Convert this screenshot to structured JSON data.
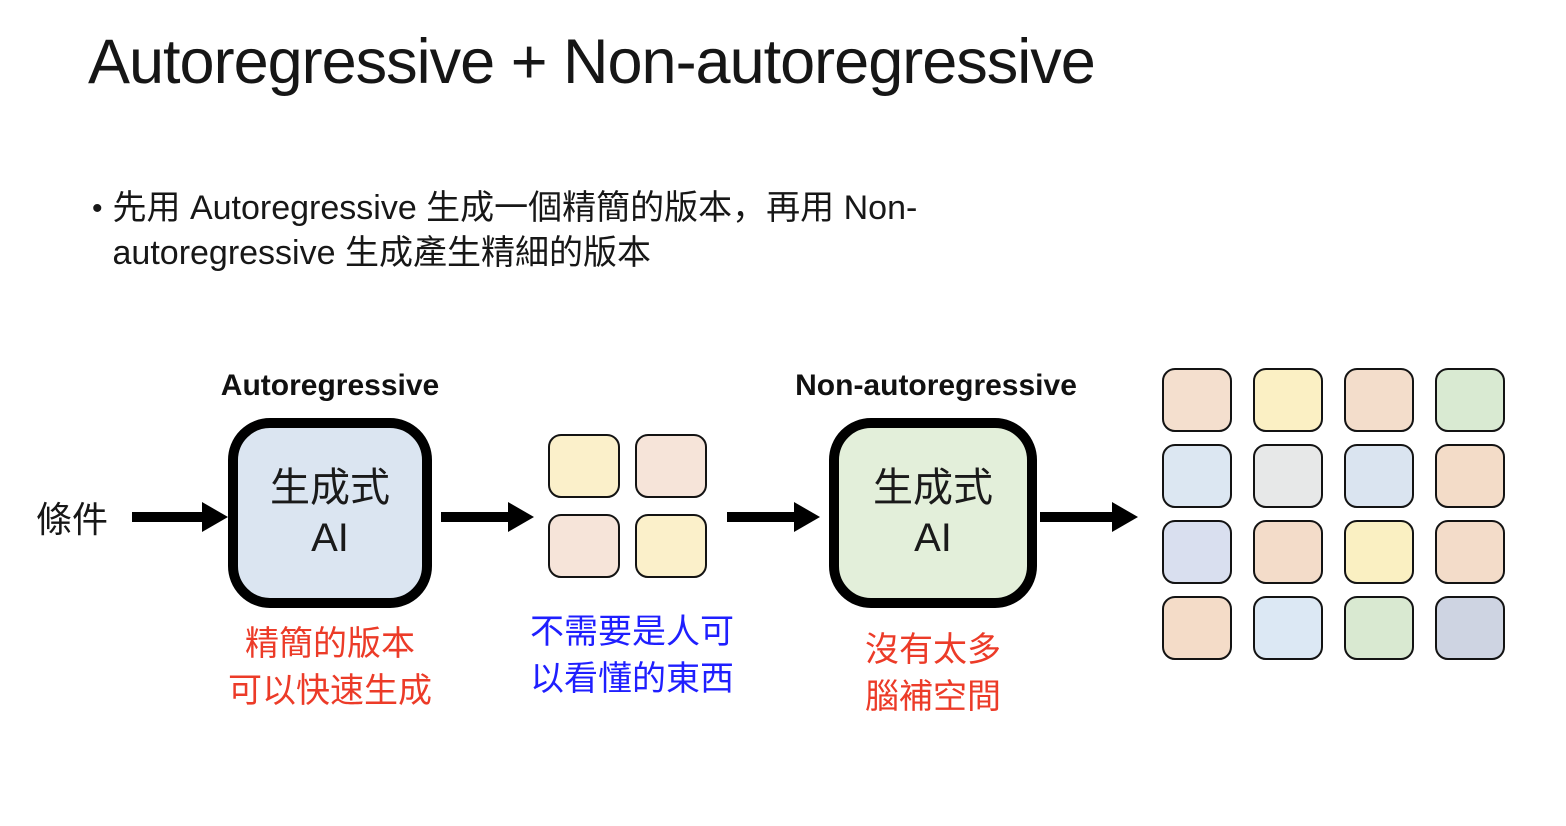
{
  "slide": {
    "title": "Autoregressive + Non-autoregressive",
    "bullet": {
      "marker": "•",
      "lines": [
        "先用 Autoregressive 生成一個精簡的版本，再用 Non-",
        "autoregressive 生成產生精細的版本"
      ]
    }
  },
  "diagram": {
    "input_label": "條件",
    "stage1": {
      "label": "Autoregressive",
      "box_lines": [
        "生成式",
        "AI"
      ],
      "box_fill": "#dbe5f1",
      "caption_lines": [
        "精簡的版本",
        "可以快速生成"
      ],
      "caption_color": "#ec3b28"
    },
    "intermediate": {
      "caption_lines": [
        "不需要是人可",
        "以看懂的東西"
      ],
      "caption_color": "#1f1fff",
      "cells": [
        "#fbf0ca",
        "#f6e4d9",
        "#f6e4d9",
        "#fbf0ca"
      ]
    },
    "stage2": {
      "label": "Non-autoregressive",
      "box_lines": [
        "生成式",
        "AI"
      ],
      "box_fill": "#e3efda",
      "caption_lines": [
        "沒有太多",
        "腦補空間"
      ],
      "caption_color": "#ec3b28"
    },
    "output_grid": {
      "cells": [
        "#f4dfce",
        "#fbf0c4",
        "#f3ddcb",
        "#d9ead2",
        "#dce7f2",
        "#e7e8e8",
        "#dae4f0",
        "#f3dcc8",
        "#d9dfef",
        "#f3dcc9",
        "#faf0c2",
        "#f3dcc9",
        "#f4dcc8",
        "#dce8f4",
        "#d9e9d1",
        "#ced4e2"
      ]
    }
  }
}
